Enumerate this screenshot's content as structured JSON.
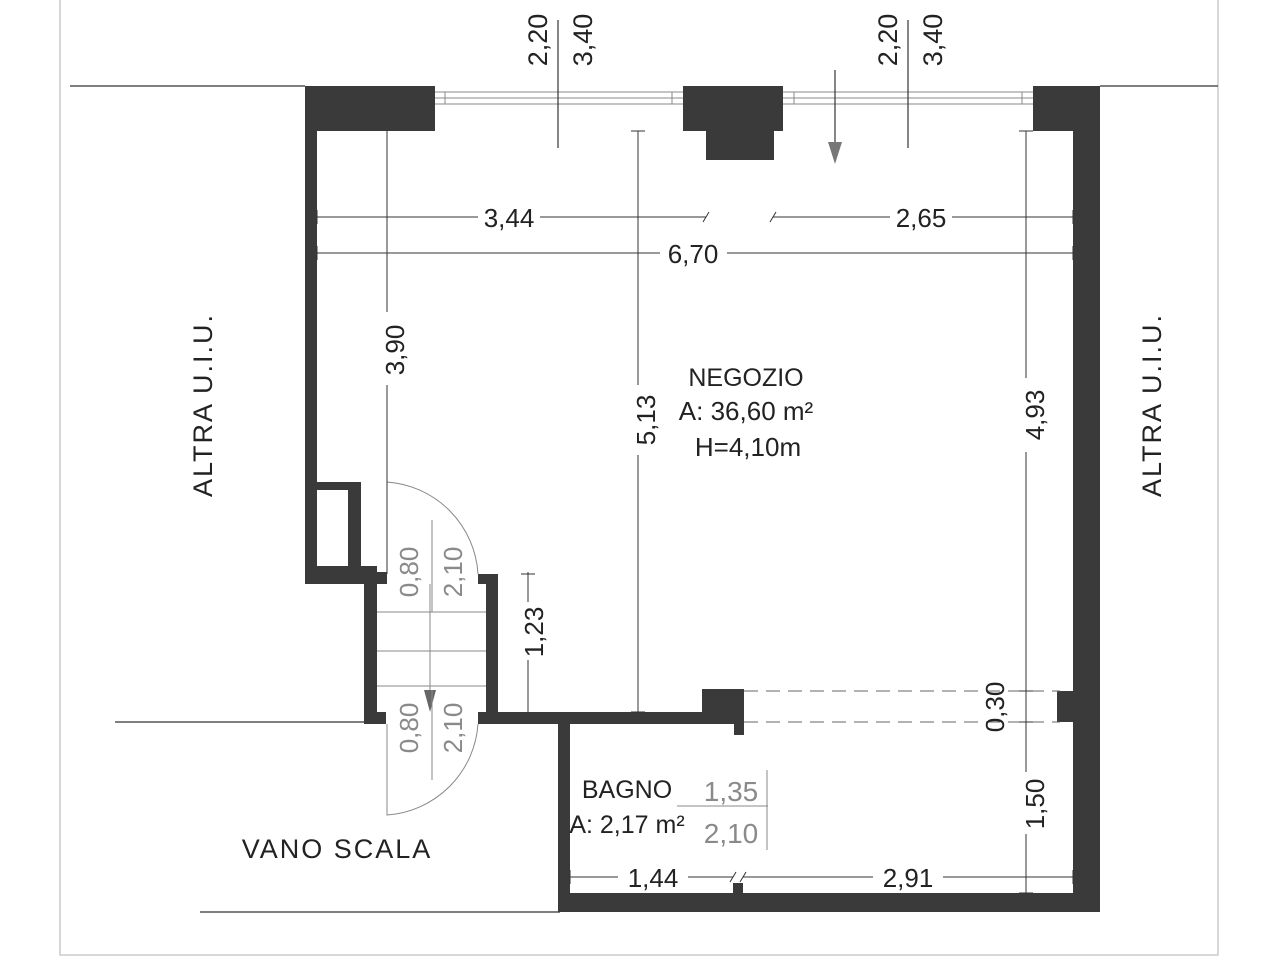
{
  "rooms": {
    "negozio": {
      "name": "NEGOZIO",
      "area": "A: 36,60 m²",
      "height": "H=4,10m"
    },
    "bagno": {
      "name": "BAGNO",
      "area": "A: 2,17 m²"
    }
  },
  "labels": {
    "left_neighbor": "ALTRA U.I.U.",
    "right_neighbor": "ALTRA U.I.U.",
    "stairwell": "VANO SCALA"
  },
  "dimensions": {
    "width_left": "3,44",
    "width_right": "2,65",
    "width_total": "6,70",
    "left_depth": "3,90",
    "center_depth": "5,13",
    "right_depth": "4,93",
    "step_depth": "1,23",
    "gap_height": "0,30",
    "bagno_depth": "1,50",
    "bagno_width_left": "1,44",
    "bagno_width_right": "2,91"
  },
  "windows": {
    "left": {
      "width": "2,20",
      "height": "3,40"
    },
    "right": {
      "width": "2,20",
      "height": "3,40"
    }
  },
  "doors": {
    "upper_stair": {
      "width": "0,80",
      "height": "2,10"
    },
    "lower_stair": {
      "width": "0,80",
      "height": "2,10"
    },
    "bagno": {
      "width": "1,35",
      "height": "2,10"
    }
  },
  "colors": {
    "wall": "#3a3a3a",
    "line": "#333333",
    "door_text": "#8a8a8a"
  }
}
